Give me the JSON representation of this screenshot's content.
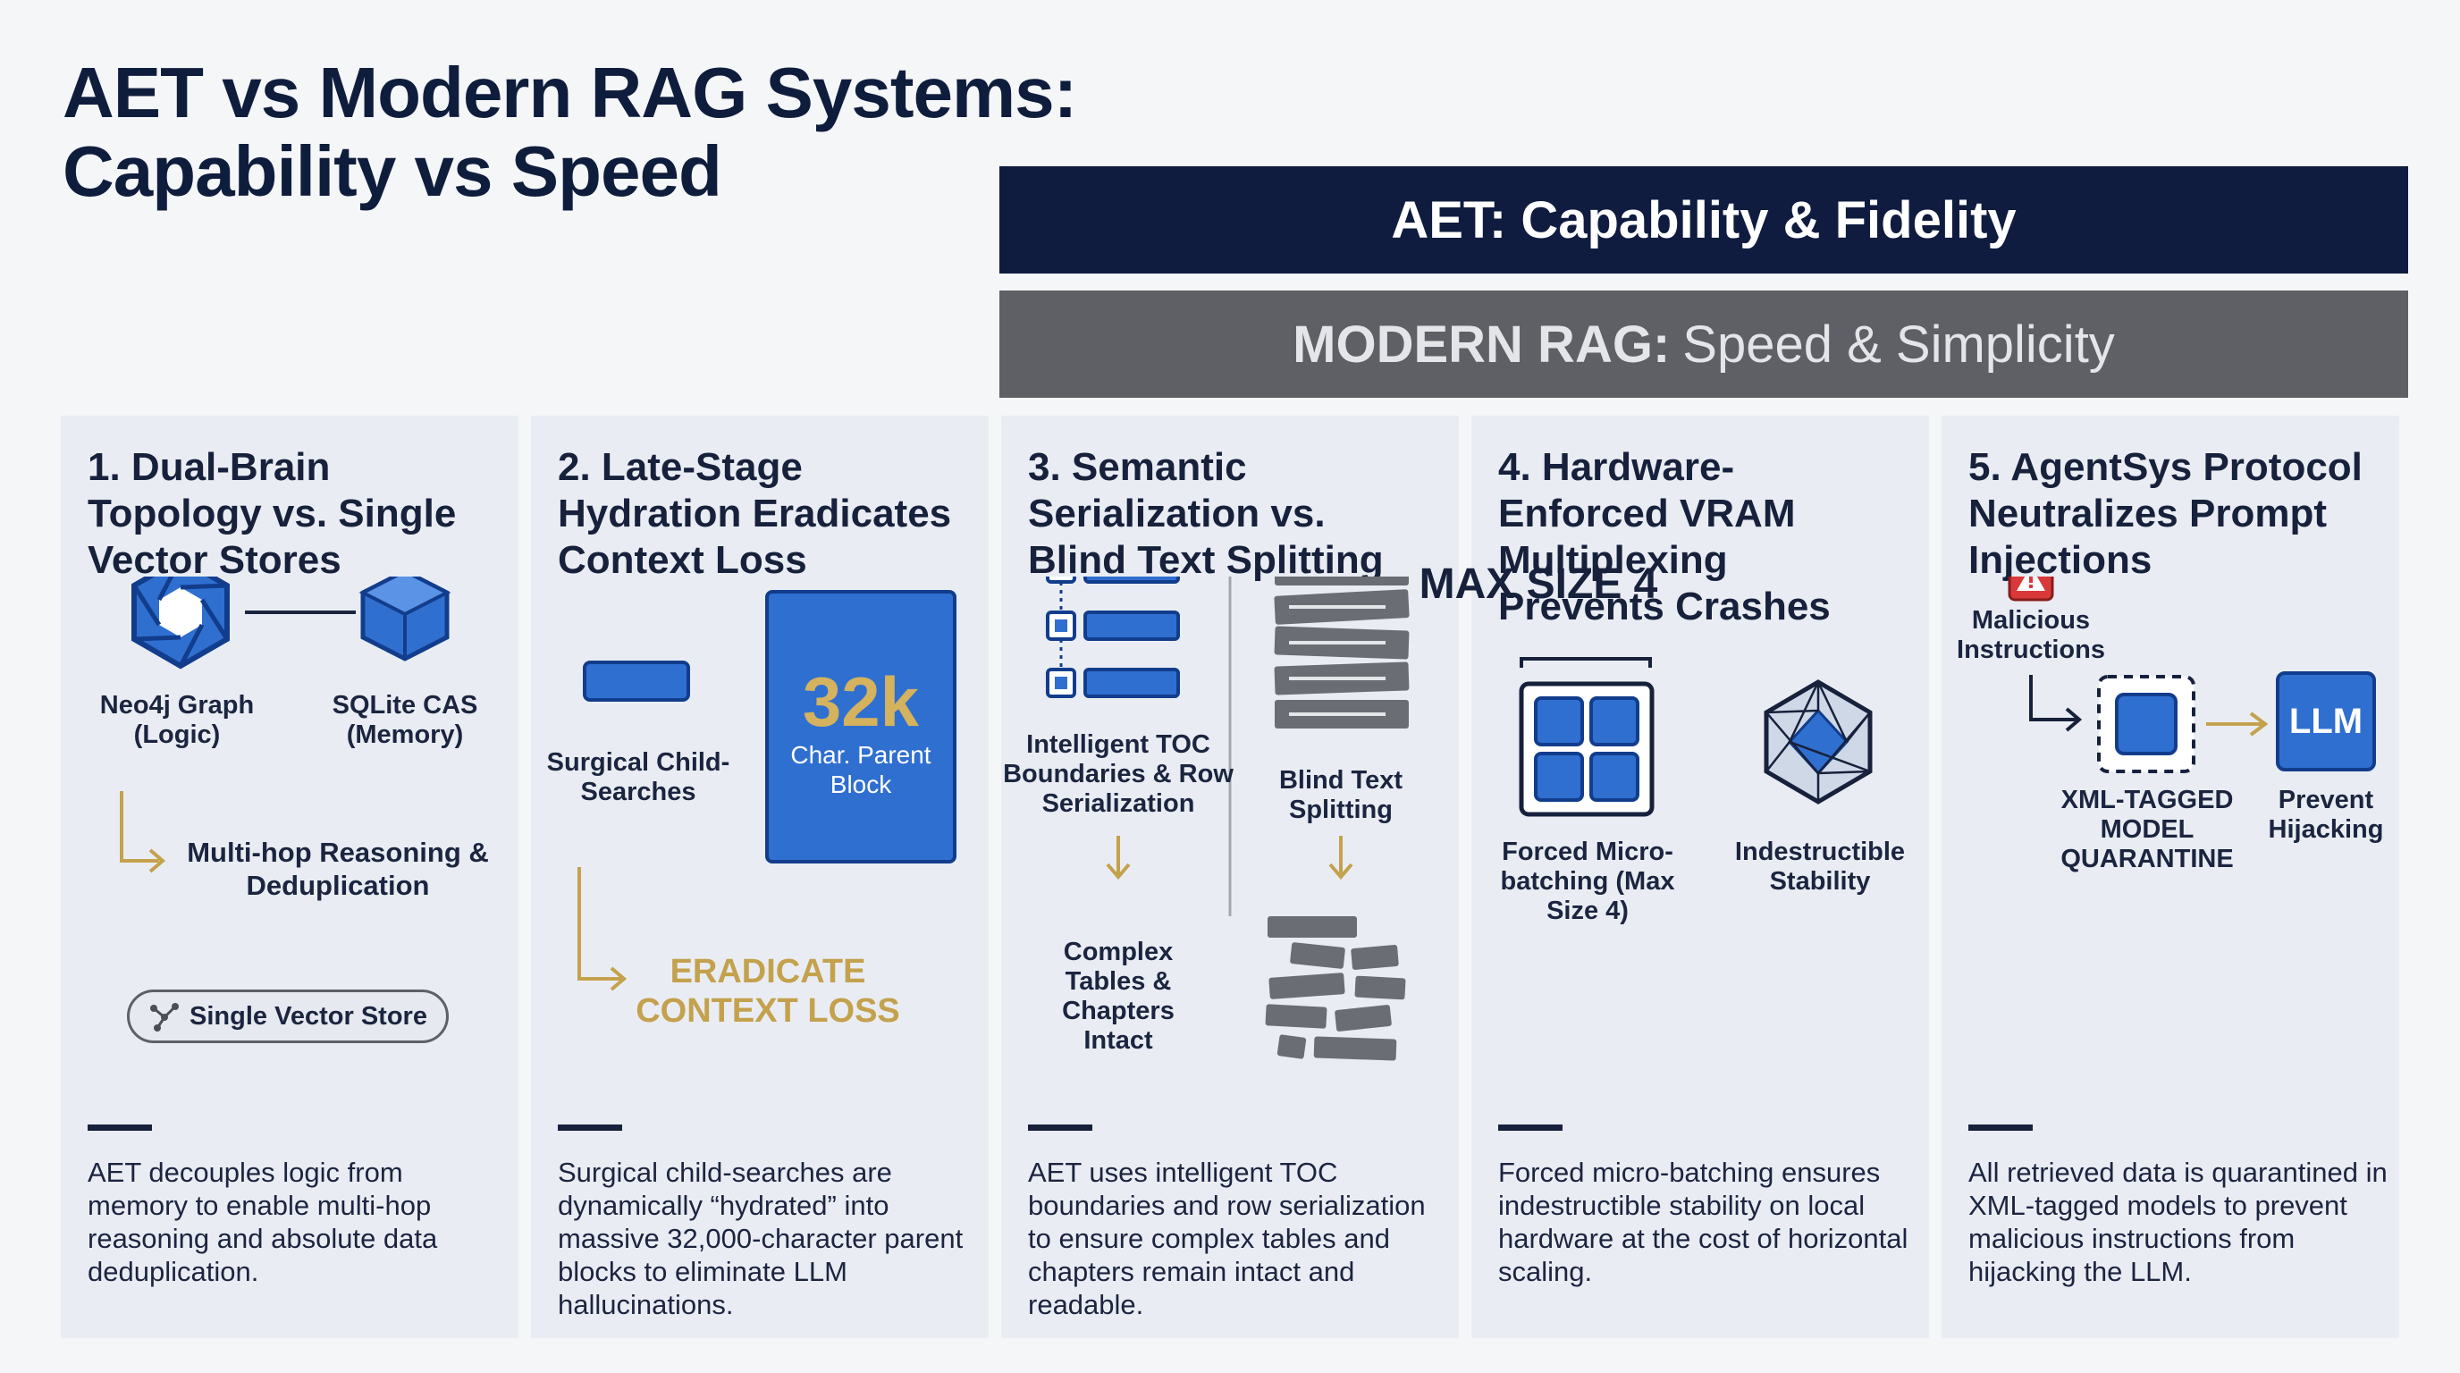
{
  "title": {
    "line1": "AET vs Modern RAG Systems:",
    "line2": "Capability vs Speed"
  },
  "bands": {
    "aet": "AET: Capability & Fidelity",
    "rag_strong": "MODERN RAG:",
    "rag_light": "Speed & Simplicity"
  },
  "colors": {
    "navy": "#0f1c3f",
    "gray_band": "#5e6066",
    "blue": "#2f6fd0",
    "gold": "#c4a14d",
    "panel": "#e9edf3",
    "alert": "#d9393a"
  },
  "columns": [
    {
      "heading": "1. Dual-Brain Topology vs. Single Vector Stores",
      "labels": {
        "graph": "Neo4j Graph (Logic)",
        "cas": "SQLite CAS (Memory)",
        "reasoning": "Multi-hop Reasoning & Deduplication",
        "pill": "Single Vector Store"
      },
      "icons": [
        "aperture-hexagon-icon",
        "cube-icon",
        "branch-arrow-icon",
        "vector-node-icon"
      ],
      "description": "AET decouples logic from memory to enable multi-hop reasoning and absolute data deduplication."
    },
    {
      "heading": "2. Late-Stage Hydration Eradicates Context Loss",
      "labels": {
        "child": "Surgical Child-Searches",
        "parent_num": "32k",
        "parent_sub": "Char. Parent Block",
        "eradicate": "ERADICATE CONTEXT LOSS"
      },
      "description": "Surgical child-searches are dynamically “hydrated” into massive 32,000-character parent blocks to eliminate LLM hallucinations."
    },
    {
      "heading": "3. Semantic Serialization vs. Blind Text Splitting",
      "labels": {
        "toc": "Intelligent TOC Boundaries & Row Serialization",
        "blind": "Blind Text Splitting",
        "intact": "Complex Tables & Chapters Intact"
      },
      "description": "AET uses intelligent TOC boundaries and row serialization to ensure complex tables and chapters remain intact and readable."
    },
    {
      "heading": "4. Hardware-Enforced VRAM Multiplexing Prevents Crashes",
      "labels": {
        "max": "MAX SIZE 4",
        "batching": "Forced Micro-batching (Max Size 4)",
        "stability": "Indestructible Stability"
      },
      "description": "Forced micro-batching ensures indestructible stability on local hardware at the cost of horizontal scaling."
    },
    {
      "heading": "5. AgentSys Protocol Neutralizes Prompt Injections",
      "labels": {
        "malicious": "Malicious Instructions",
        "quarantine": "XML-TAGGED MODEL QUARANTINE",
        "llm": "LLM",
        "prevent": "Prevent Hijacking"
      },
      "description": "All retrieved data is quarantined in XML-tagged models to prevent malicious instructions from hijacking the LLM."
    }
  ]
}
